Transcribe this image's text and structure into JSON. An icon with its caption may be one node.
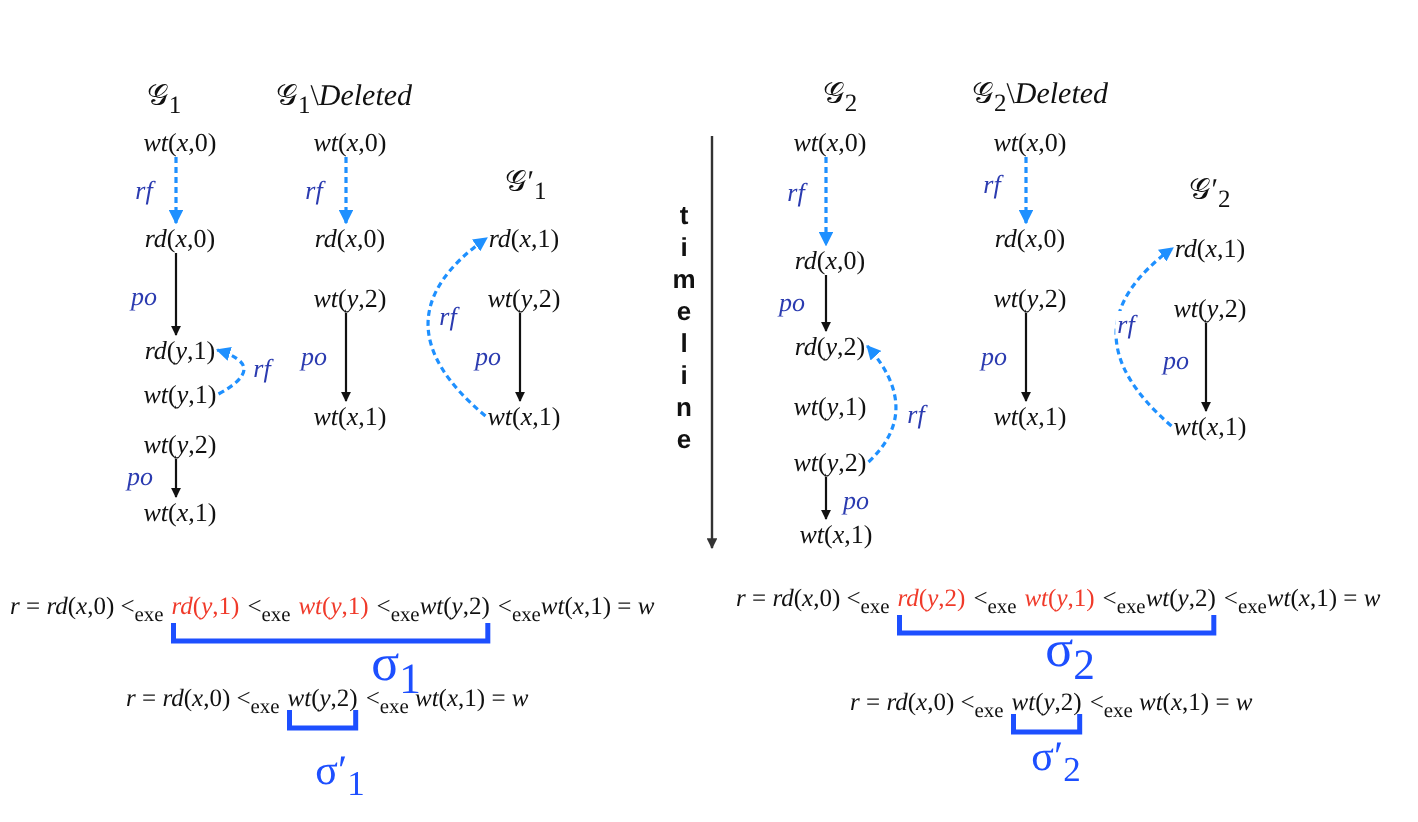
{
  "diagram": {
    "nodes": [
      {
        "text": [
          "*wt*(*x*,0)"
        ]
      },
      {
        "text": [
          "*rd*(*x*,0)"
        ]
      },
      {
        "text": [
          "*rd*(*y*,1)"
        ]
      },
      {
        "text": [
          "*wt*(*y*,1)"
        ]
      },
      {
        "text": [
          "*wt*(*y*,2)"
        ]
      },
      {
        "text": [
          "*wt*(*x*,1)"
        ]
      },
      {
        "text": [
          "*wt*(*x*,0)"
        ]
      },
      {
        "text": [
          "*rd*(*x*,0)"
        ]
      },
      {
        "text": [
          "*wt*(*y*,2)"
        ]
      },
      {
        "text": [
          "*wt*(*x*,1)"
        ]
      },
      {
        "text": [
          "*rd*(*x*,1)"
        ]
      },
      {
        "text": [
          "*wt*(*y*,2)"
        ]
      },
      {
        "text": [
          "*wt*(*x*,1)"
        ]
      },
      {
        "text": [
          "*wt*(*x*,0)"
        ]
      },
      {
        "text": [
          "*rd*(*x*,0)"
        ]
      },
      {
        "text": [
          "*rd*(*y*,2)"
        ]
      },
      {
        "text": [
          "*wt*(*y*,1)"
        ]
      },
      {
        "text": [
          "*wt*(*y*,2)"
        ]
      },
      {
        "text": [
          "*wt*(*x*,1)"
        ]
      },
      {
        "text": [
          "*wt*(*x*,0)"
        ]
      },
      {
        "text": [
          "*rd*(*x*,0)"
        ]
      },
      {
        "text": [
          "*wt*(*y*,2)"
        ]
      },
      {
        "text": [
          "*wt*(*x*,1)"
        ]
      },
      {
        "text": [
          "*rd*(*x*,1)"
        ]
      },
      {
        "text": [
          "*wt*(*y*,2)"
        ]
      },
      {
        "text": [
          "*wt*(*x*,1)"
        ]
      }
    ],
    "edges": [
      {
        "from": 0,
        "to": 1,
        "arrow": "to",
        "label": "rf",
        "style": "dashed",
        "color": "#1e90ff"
      },
      {
        "from": 1,
        "to": 2,
        "arrow": "to",
        "label": "po",
        "color": "#111111"
      },
      {
        "from": 3,
        "to": 2,
        "arrow": "to",
        "label": "rf",
        "style": "dashed",
        "color": "#1e90ff"
      },
      {
        "from": 4,
        "to": 5,
        "arrow": "to",
        "label": "po",
        "color": "#111111"
      },
      {
        "from": 6,
        "to": 7,
        "arrow": "to",
        "label": "rf",
        "style": "dashed",
        "color": "#1e90ff"
      },
      {
        "from": 8,
        "to": 9,
        "arrow": "to",
        "label": "po",
        "color": "#111111"
      },
      {
        "from": 12,
        "to": 10,
        "arrow": "to",
        "label": "rf",
        "style": "dashed",
        "color": "#1e90ff"
      },
      {
        "from": 11,
        "to": 12,
        "arrow": "to",
        "label": "po",
        "color": "#111111"
      },
      {
        "from": 13,
        "to": 14,
        "arrow": "to",
        "label": "rf",
        "style": "dashed",
        "color": "#1e90ff"
      },
      {
        "from": 14,
        "to": 15,
        "arrow": "to",
        "label": "po",
        "color": "#111111"
      },
      {
        "from": 17,
        "to": 15,
        "arrow": "to",
        "label": "rf",
        "style": "dashed",
        "color": "#1e90ff"
      },
      {
        "from": 17,
        "to": 18,
        "arrow": "to",
        "label": "po",
        "color": "#111111"
      },
      {
        "from": 19,
        "to": 20,
        "arrow": "to",
        "label": "rf",
        "style": "dashed",
        "color": "#1e90ff"
      },
      {
        "from": 21,
        "to": 22,
        "arrow": "to",
        "label": "po",
        "color": "#111111"
      },
      {
        "from": 25,
        "to": 23,
        "arrow": "to",
        "label": "rf",
        "style": "dashed",
        "color": "#1e90ff"
      },
      {
        "from": 24,
        "to": 25,
        "arrow": "to",
        "label": "po",
        "color": "#111111"
      }
    ],
    "labels": [
      "𝒢$_{1}$",
      "𝒢$_{1}$\\*Deleted*",
      "𝒢′$_{1}$",
      "timeline",
      "𝒢$_{2}$",
      "𝒢$_{2}$\\*Deleted*",
      "𝒢′$_{2}$",
      "*r* = *rd*(*x*,0) <$_{exe}$",
      "*rd*(*y*,1)",
      "<$_{exe}$",
      "*wt*(*y*,1)",
      "<$_{exe}$*wt*(*y*,2)",
      "<$_{exe}$*wt*(*x*,1) = *w*",
      "σ$_{1}$",
      "*r* = *rd*(*x*,0) <$_{exe}$",
      "*wt*(*y*,2)",
      "<$_{exe}$ *wt*(*x*,1) = *w*",
      "σ′$_{1}$",
      "*r* = *rd*(*x*,0) <$_{exe}$",
      "*rd*(*y*,2)",
      "<$_{exe}$",
      "*wt*(*y*,1)",
      "<$_{exe}$*wt*(*y*,2)",
      "<$_{exe}$*wt*(*x*,1) = *w*",
      "σ$_{2}$",
      "*r* = *rd*(*x*,0) <$_{exe}$",
      "*wt*(*y*,2)",
      "<$_{exe}$ *wt*(*x*,1) = *w*",
      "σ′$_{2}$"
    ]
  }
}
